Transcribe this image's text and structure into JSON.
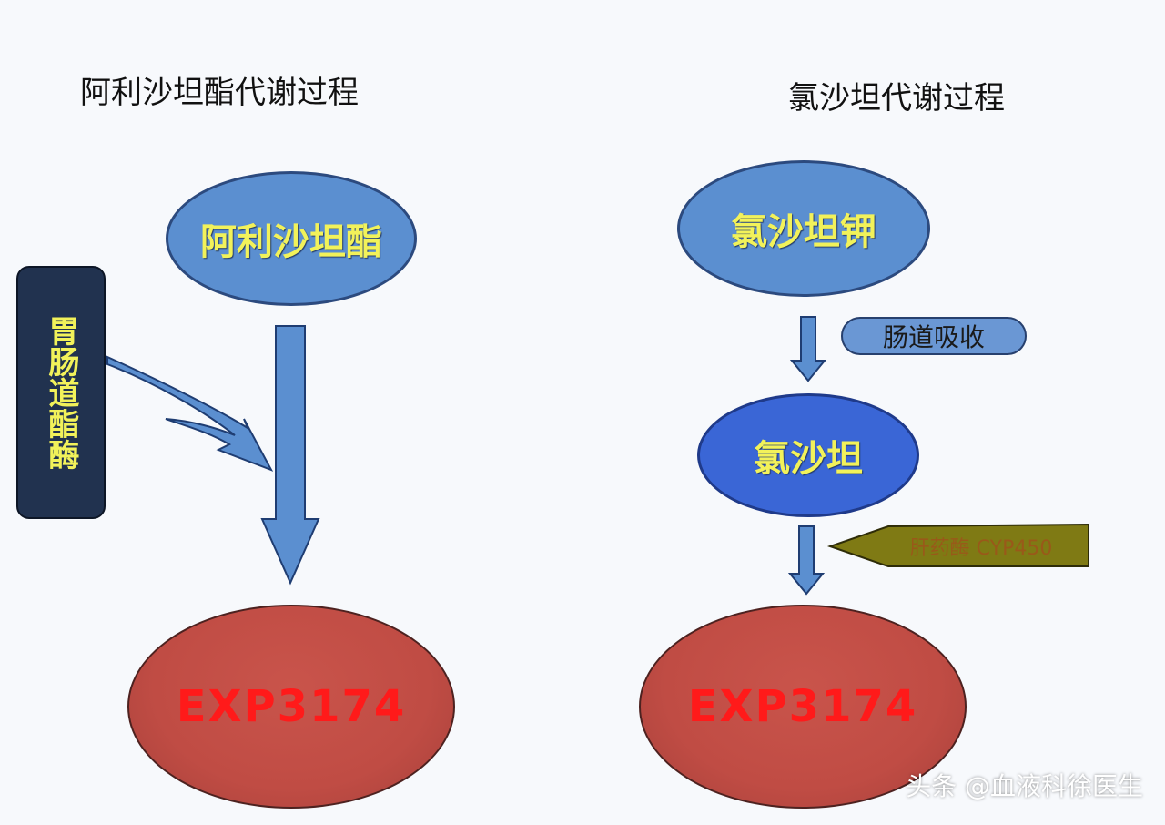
{
  "left": {
    "title": "阿利沙坦酯代谢过程",
    "drug": "阿利沙坦酯",
    "enzyme": "胃肠道酯酶",
    "product": "EXP3174"
  },
  "right": {
    "title": "氯沙坦代谢过程",
    "prodrug": "氯沙坦钾",
    "absorption": "肠道吸收",
    "intermediate": "氯沙坦",
    "enzyme_label": "肝药酶 CYP450",
    "product": "EXP3174"
  },
  "watermark": "头条 @血液科徐医生",
  "colors": {
    "blue_fill": "#5b8fd0",
    "deep_blue_fill": "#3a66d6",
    "red_fill": "#c04c44",
    "label_yellow": "#f2f25a",
    "product_red": "#ff1a1a",
    "enzyme_box": "#21324f",
    "olive_arrow": "#7f7a14"
  }
}
